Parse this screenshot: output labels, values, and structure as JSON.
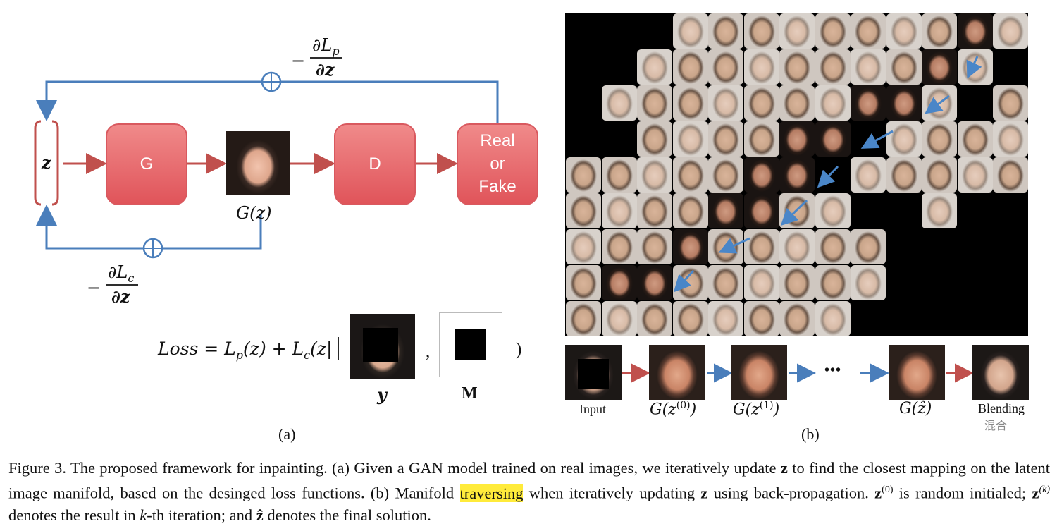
{
  "panel_a": {
    "label": "(a)",
    "z_label": "z",
    "g_box": "G",
    "d_box": "D",
    "real_fake": [
      "Real",
      "or",
      "Fake"
    ],
    "gz_label": "G(z)",
    "grad_p": {
      "minus": "−",
      "num": "∂L",
      "sub": "p",
      "den": "∂z"
    },
    "grad_c": {
      "minus": "−",
      "num": "∂L",
      "sub": "c",
      "den": "∂z"
    },
    "loss": {
      "text": "Loss = L",
      "p_sub": "p",
      "mid": "(z) + L",
      "c_sub": "c",
      "end": "(z|",
      "comma": ",",
      "close": ")"
    },
    "y_label": "y",
    "m_label": "M"
  },
  "panel_b": {
    "label": "(b)",
    "strip": {
      "input": "Input",
      "gz0": "G(z",
      "gz0_sup": "(0)",
      "gz1": "G(z",
      "gz1_sup": "(1)",
      "ellipsis": "•••",
      "gzhat": "G(ẑ)",
      "blending": "Blending",
      "blending_cn": "混合"
    }
  },
  "caption": {
    "part1": "Figure 3. The proposed framework for inpainting. (a) Given a GAN model trained on real images, we iteratively update ",
    "z1": "z",
    "part2": " to find the closest mapping on the latent image manifold, based on the desinged loss functions. (b) Manifold ",
    "highlight": "traversing",
    "part3": " when iteratively updating ",
    "z2": "z",
    "part4": " using back-propagation. ",
    "z0": "z",
    "z0_sup": "(0)",
    "part5": " is random initialed; ",
    "zk": "z",
    "zk_sup": "(k)",
    "part6": " denotes the result in ",
    "k": "k",
    "part7": "-th iteration; and ",
    "zhat": "ẑ",
    "part8": " denotes the final solution."
  },
  "colors": {
    "arrow_red": "#c0504d",
    "arrow_blue": "#4a7ebb",
    "box_fill": "#e35d62",
    "highlight": "#ffeb3b"
  }
}
